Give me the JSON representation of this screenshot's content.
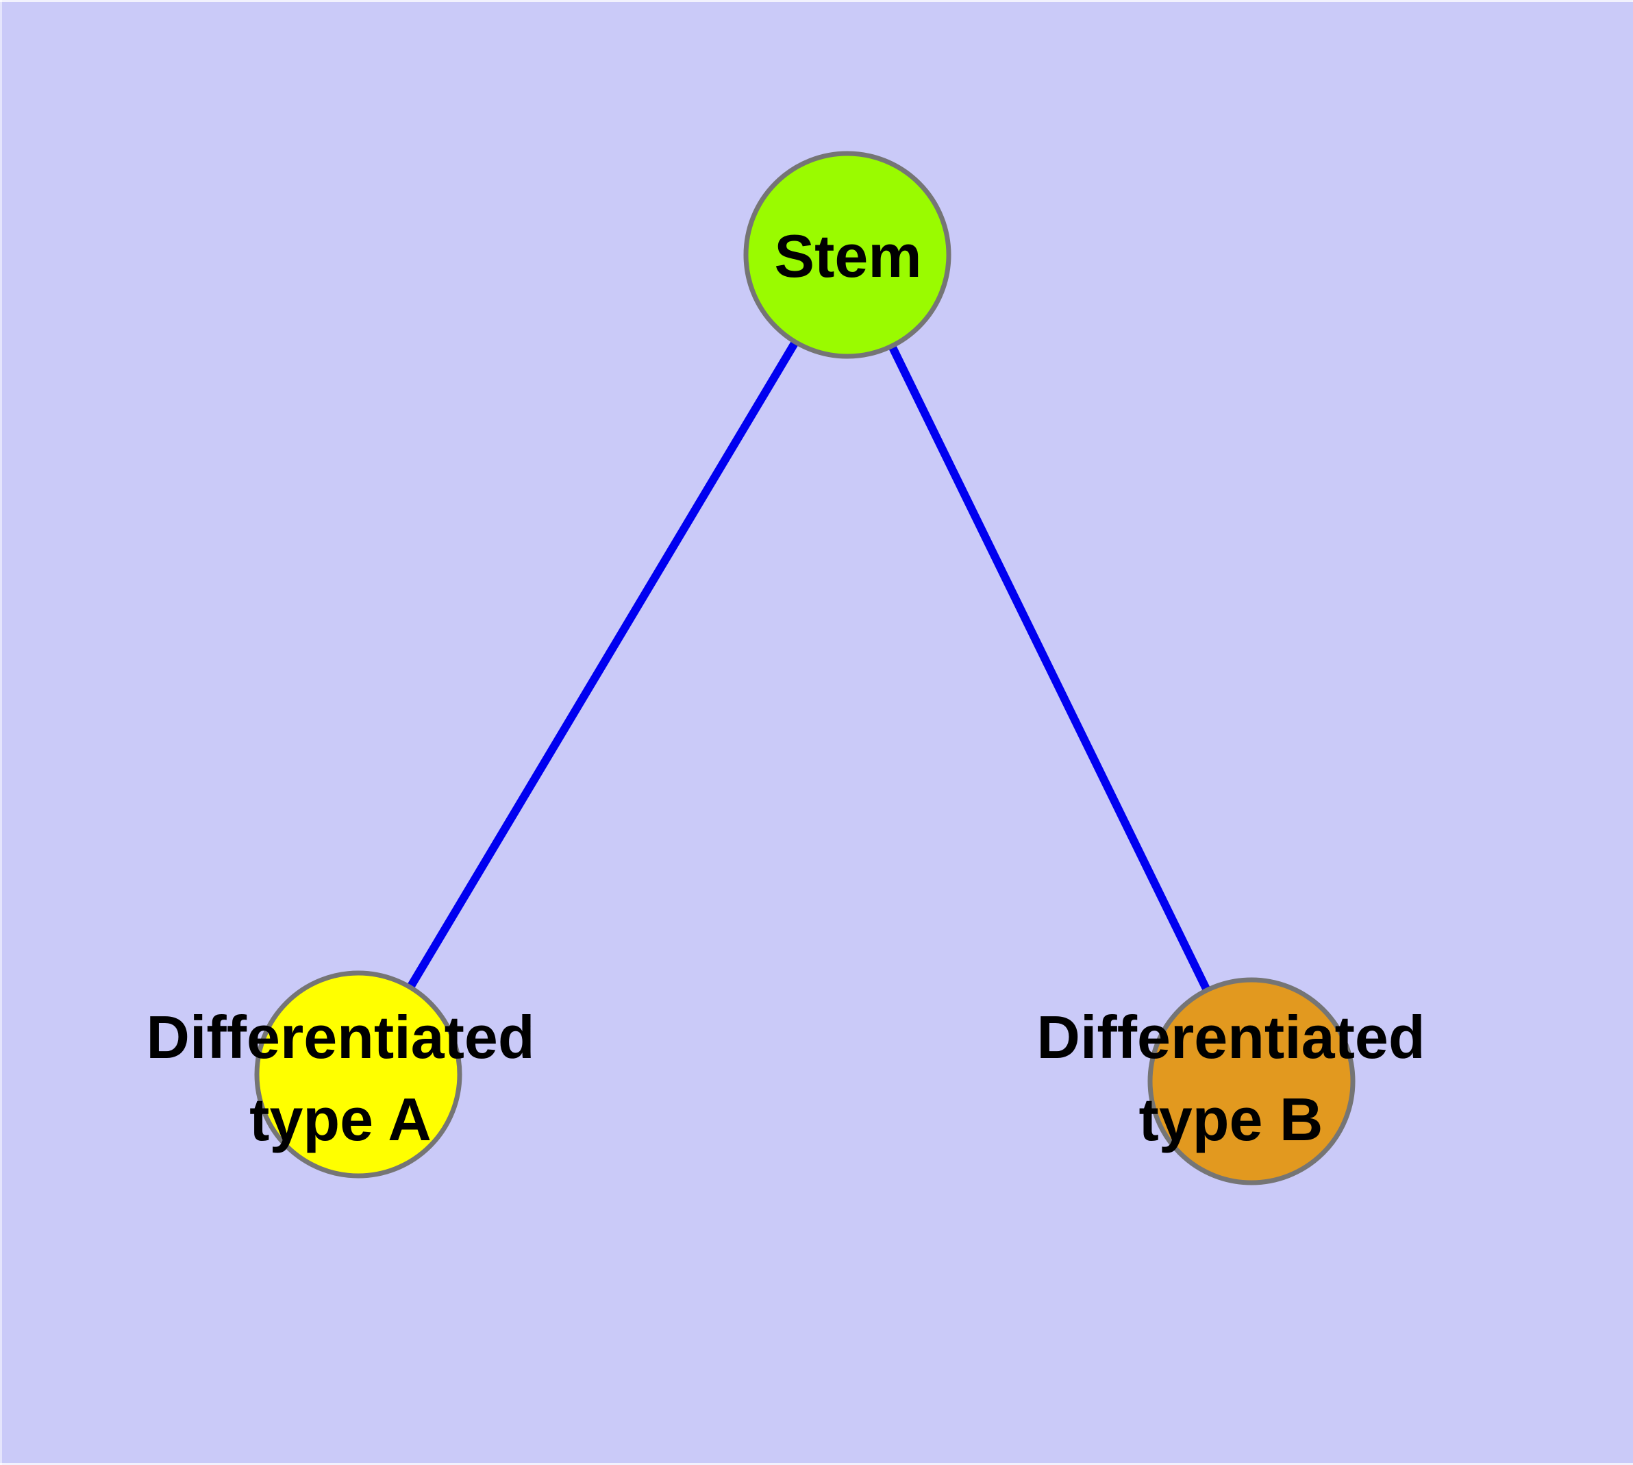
{
  "diagram": {
    "background_color": "#cacaf8",
    "edge_color": "#0000f0",
    "node_border_color": "#757575",
    "text_color": "#000000",
    "nodes": [
      {
        "id": "stem",
        "label": "Stem",
        "fill": "#9afb00"
      },
      {
        "id": "differentiated-type-a",
        "label_line1": "Differentiated",
        "label_line2": "type A",
        "fill": "#ffff00"
      },
      {
        "id": "differentiated-type-b",
        "label_line1": "Differentiated",
        "label_line2": "type B",
        "fill": "#e2991f"
      }
    ],
    "edges": [
      {
        "from": "Stem",
        "to": "Differentiated type A"
      },
      {
        "from": "Stem",
        "to": "Differentiated type B"
      }
    ]
  }
}
